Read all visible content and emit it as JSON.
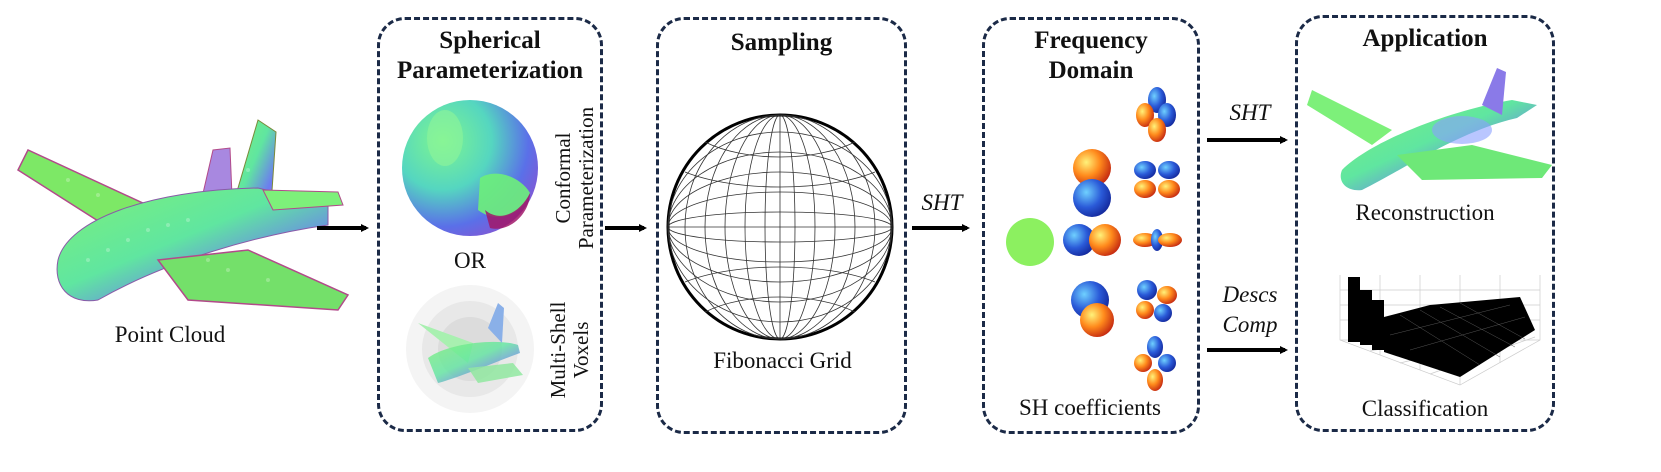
{
  "input": {
    "caption": "Point Cloud"
  },
  "stage_param": {
    "title_line1": "Spherical",
    "title_line2": "Parameterization",
    "conformal_line1": "Conformal",
    "conformal_line2": "Parameterization",
    "or_label": "OR",
    "voxels_line1": "Multi-Shell",
    "voxels_line2": "Voxels"
  },
  "stage_sampling": {
    "title": "Sampling",
    "caption": "Fibonacci Grid"
  },
  "stage_freq": {
    "title_line1": "Frequency",
    "title_line2": "Domain",
    "caption": "SH coefficients"
  },
  "stage_app": {
    "title": "Application",
    "reconstruction": "Reconstruction",
    "classification": "Classification"
  },
  "edges": {
    "sht_1": "SHT",
    "sht_2": "SHT",
    "descs_line1": "Descs",
    "descs_line2": "Comp"
  },
  "colors": {
    "border": "#1b2a47",
    "arrow": "#000000"
  }
}
